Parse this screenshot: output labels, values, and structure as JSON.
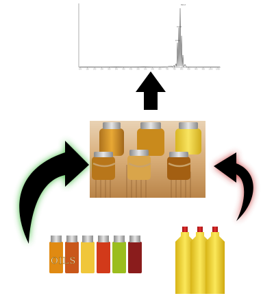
{
  "spectrum": {
    "x_ticks": [
      "100",
      "150",
      "200",
      "250",
      "300",
      "350",
      "400",
      "450",
      "500",
      "550",
      "600",
      "650",
      "700",
      "750",
      "800",
      "850",
      "900",
      "950",
      "1000",
      "1050"
    ],
    "peak_labels": [
      "896.8",
      "875.8",
      "879.8"
    ]
  },
  "vials_label": "OILS",
  "colors": {
    "arrow_black": "#000000",
    "glow_green": "#3dbb3d",
    "glow_red": "#c83232",
    "spectrum_line": "#555555"
  },
  "icons": {
    "up_arrow": "up-arrow-icon",
    "green_curved_arrow": "green-curved-arrow-icon",
    "red_curved_arrow": "red-curved-arrow-icon"
  }
}
